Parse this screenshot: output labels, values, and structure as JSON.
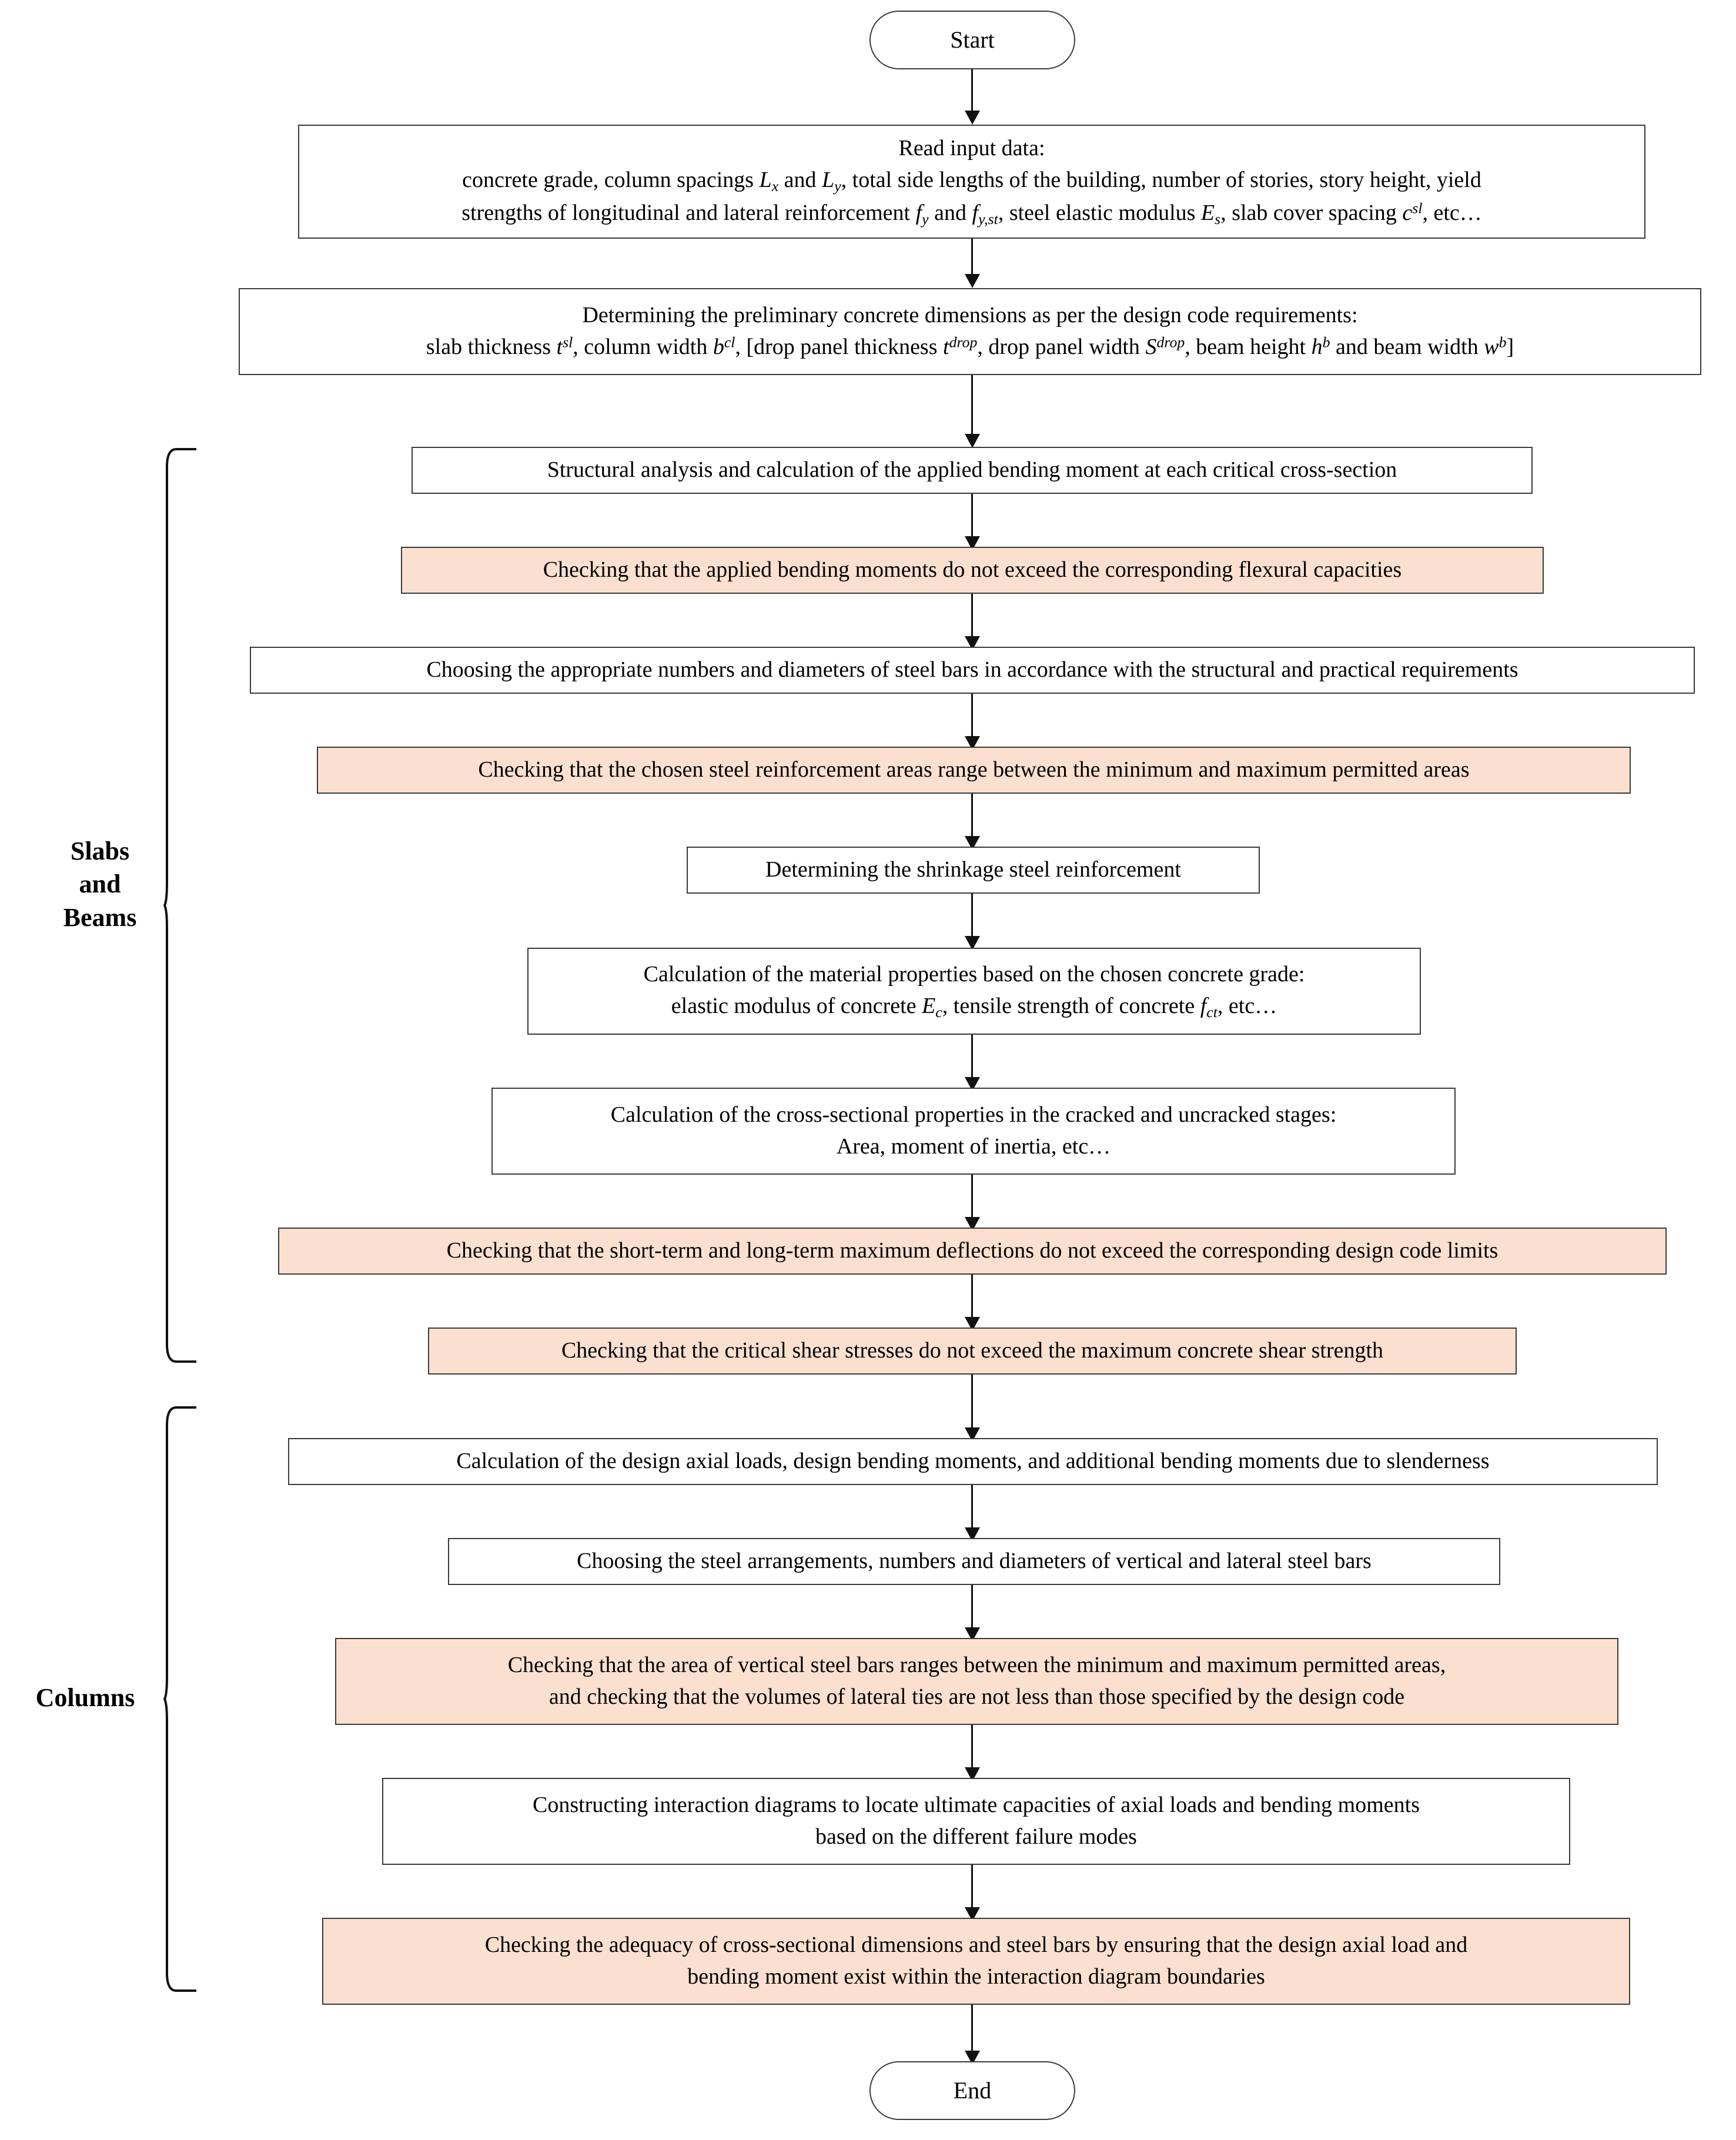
{
  "diagram": {
    "title": "Reinforced concrete building design flowchart",
    "accent_check_color": "#fbe0d0",
    "node_border_color": "#3b3b3b",
    "connector_color": "#111111"
  },
  "groups": [
    {
      "id": "slabs-and-beams",
      "label": "Slabs\nand\nBeams"
    },
    {
      "id": "columns",
      "label": "Columns"
    }
  ],
  "nodes": {
    "start": {
      "label": "Start",
      "type": "terminator"
    },
    "read_input": {
      "type": "process",
      "line1": "Read input data:",
      "line2_html": "concrete grade, column spacings <i class=\"v\">L</i><span class=\"sub\">x</span> and <i class=\"v\">L</i><span class=\"sub\">y</span>, total side lengths of the building, number of stories, story height, yield",
      "line3_html": "strengths of longitudinal and lateral reinforcement <i class=\"v\">f</i><span class=\"sub\">y</span> and <i class=\"v\">f</i><span class=\"sub\">y,st</span>, steel elastic modulus <i class=\"v\">E</i><span class=\"sub\">s</span>, slab cover spacing <i class=\"v\">c</i><span class=\"sup\">sl</span>, etc…",
      "plain": "Read input data: concrete grade, column spacings Lx and Ly, total side lengths of the building, number of stories, story height, yield strengths of longitudinal and lateral reinforcement fy and fy,st, steel elastic modulus Es, slab cover spacing c^sl, etc…"
    },
    "prelim_dims": {
      "type": "process",
      "line1": "Determining the preliminary concrete dimensions as per the design code requirements:",
      "line2_html": "slab thickness <i class=\"v\">t</i><span class=\"sup\">sl</span>, column width <i class=\"v\">b</i><span class=\"sup\">cl</span>, [drop panel thickness <i class=\"v\">t</i><span class=\"sup\">drop</span>, drop panel width <i class=\"v\">S</i><span class=\"sup\">drop</span>, beam height <i class=\"v\">h</i><span class=\"sup\">b</span> and beam width <i class=\"v\">w</i><span class=\"sup\">b</span>]",
      "plain": "Determining the preliminary concrete dimensions as per the design code requirements: slab thickness t^sl, column width b^cl, [drop panel thickness t^drop, drop panel width S^drop, beam height h^b and beam width w^b]"
    },
    "structural_analysis": {
      "type": "process",
      "label": "Structural analysis and calculation of the applied bending moment at each critical cross-section"
    },
    "check_flexural": {
      "type": "check",
      "label": "Checking that the applied bending moments do not exceed the corresponding flexural capacities"
    },
    "choose_bars": {
      "type": "process",
      "label": "Choosing the appropriate numbers and diameters of steel bars in accordance with the structural and practical requirements"
    },
    "check_steel_areas": {
      "type": "check",
      "label": "Checking that the chosen steel reinforcement areas range between the minimum and maximum permitted areas"
    },
    "shrinkage": {
      "type": "process",
      "label": "Determining the shrinkage steel reinforcement"
    },
    "material_props": {
      "type": "process",
      "line1": "Calculation of the material properties based on the chosen concrete grade:",
      "line2_html": "elastic modulus of concrete <i class=\"v\">E</i><span class=\"sub\">c</span>, tensile strength of concrete <i class=\"v\">f</i><span class=\"sub\">ct</span>, etc…",
      "plain": "Calculation of the material properties based on the chosen concrete grade: elastic modulus of concrete Ec, tensile strength of concrete fct, etc…"
    },
    "section_props": {
      "type": "process",
      "line1": "Calculation of the cross-sectional properties in the cracked and uncracked stages:",
      "line2": "Area, moment of inertia, etc…",
      "plain": "Calculation of the cross-sectional properties in the cracked and uncracked stages: Area, moment of inertia, etc…"
    },
    "check_deflections": {
      "type": "check",
      "label": "Checking that the short-term and long-term maximum deflections do not exceed the corresponding design code limits"
    },
    "check_shear": {
      "type": "check",
      "label": "Checking that the critical shear stresses do not exceed the maximum concrete shear strength"
    },
    "axial_loads": {
      "type": "process",
      "label": "Calculation of the design axial loads, design bending moments, and additional bending moments due to slenderness"
    },
    "steel_arrangement": {
      "type": "process",
      "label": "Choosing the steel arrangements, numbers and diameters of vertical and lateral steel bars"
    },
    "check_vertical_bars": {
      "type": "check",
      "line1": "Checking that the area of vertical steel bars ranges between the minimum and maximum permitted areas,",
      "line2": "and checking that the volumes of lateral ties are not less than those specified by the design code",
      "plain": "Checking that the area of vertical steel bars ranges between the minimum and maximum permitted areas, and checking that the volumes of lateral ties are not less than those specified by the design code"
    },
    "interaction_diagrams": {
      "type": "process",
      "line1": "Constructing interaction diagrams to locate ultimate capacities of axial loads and bending moments",
      "line2": "based on the different failure modes",
      "plain": "Constructing interaction diagrams to locate ultimate capacities of axial loads and bending moments based on the different failure modes"
    },
    "check_adequacy": {
      "type": "check",
      "line1": "Checking the adequacy of cross-sectional dimensions and steel bars by ensuring that the design axial load and",
      "line2": "bending moment exist within the interaction diagram boundaries",
      "plain": "Checking the adequacy of cross-sectional dimensions and steel bars by ensuring that the design axial load and bending moment exist within the interaction diagram boundaries"
    },
    "end": {
      "label": "End",
      "type": "terminator"
    }
  }
}
